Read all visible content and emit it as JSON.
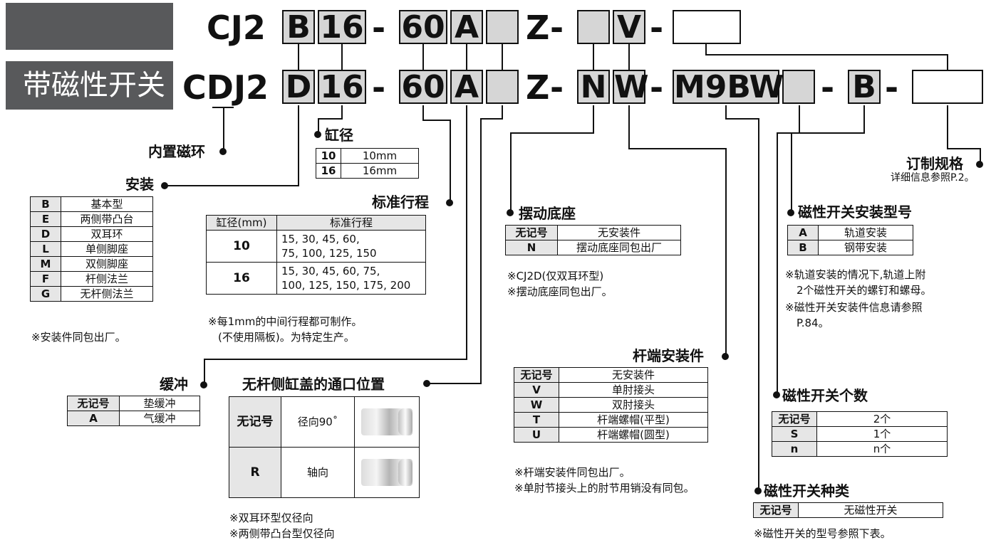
{
  "header": {
    "magnetic_tag": "带磁性开关"
  },
  "code_top": {
    "prefix": "CJ2",
    "mount": "B",
    "bore": "16",
    "dash1": "-",
    "stroke": "60",
    "cushion": "A",
    "port": "",
    "z": "Z",
    "dash2": "-",
    "pivot": "",
    "rod_end": "V",
    "dash3": "-",
    "made_to_order": ""
  },
  "code_bottom": {
    "prefix": "CDJ2",
    "mount": "D",
    "bore": "16",
    "dash1": "-",
    "stroke": "60",
    "cushion": "A",
    "port": "",
    "z": "Z",
    "dash2": "-",
    "pivot": "N",
    "rod_end": "W",
    "dash3": "-",
    "switch_type": "M9BW",
    "switch_qty": "",
    "dash4": "-",
    "switch_mount": "B",
    "dash5": "-",
    "made_to_order": ""
  },
  "builtin_magnet": {
    "title": "内置磁环"
  },
  "bore": {
    "title": "缸径",
    "rows": [
      {
        "key": "10",
        "value": "10mm"
      },
      {
        "key": "16",
        "value": "16mm"
      }
    ]
  },
  "mounting": {
    "title": "安装",
    "rows": [
      {
        "key": "B",
        "value": "基本型"
      },
      {
        "key": "E",
        "value": "两侧带凸台"
      },
      {
        "key": "D",
        "value": "双耳环"
      },
      {
        "key": "L",
        "value": "单侧脚座"
      },
      {
        "key": "M",
        "value": "双侧脚座"
      },
      {
        "key": "F",
        "value": "杆侧法兰"
      },
      {
        "key": "G",
        "value": "无杆侧法兰"
      }
    ],
    "note": "※安装件同包出厂。"
  },
  "stroke": {
    "title": "标准行程",
    "headers": [
      "缸径(mm)",
      "标准行程"
    ],
    "rows": [
      {
        "bore": "10",
        "line1": "15, 30, 45, 60,",
        "line2": "75, 100, 125, 150"
      },
      {
        "bore": "16",
        "line1": "15, 30, 45, 60, 75,",
        "line2": "100, 125, 150, 175, 200"
      }
    ],
    "note1": "※每1mm的中间行程都可制作。",
    "note2": "(不使用隔板)。为特定生产。"
  },
  "cushion": {
    "title": "缓冲",
    "rows": [
      {
        "key": "无记号",
        "value": "垫缓冲"
      },
      {
        "key": "A",
        "value": "气缓冲"
      }
    ]
  },
  "port": {
    "title": "无杆侧缸盖的通口位置",
    "rows": [
      {
        "key": "无记号",
        "value": "径向90˚"
      },
      {
        "key": "R",
        "value": "轴向"
      }
    ],
    "note1": "※双耳环型仅径向",
    "note2": "※两侧带凸台型仅径向"
  },
  "pivot": {
    "title": "摆动底座",
    "rows": [
      {
        "key": "无记号",
        "value": "无安装件"
      },
      {
        "key": "N",
        "value": "摆动底座同包出厂"
      }
    ],
    "note1": "※CJ2D(仅双耳环型)",
    "note2": "※摆动底座同包出厂。"
  },
  "rod_end": {
    "title": "杆端安装件",
    "rows": [
      {
        "key": "无记号",
        "value": "无安装件"
      },
      {
        "key": "V",
        "value": "单肘接头"
      },
      {
        "key": "W",
        "value": "双肘接头"
      },
      {
        "key": "T",
        "value": "杆端螺帽(平型)"
      },
      {
        "key": "U",
        "value": "杆端螺帽(圆型)"
      }
    ],
    "note1": "※杆端安装件同包出厂。",
    "note2": "※单肘节接头上的肘节用销没有同包。"
  },
  "made_to_order": {
    "title": "订制规格",
    "note": "详细信息参照P.2。"
  },
  "switch_mount": {
    "title": "磁性开关安装型号",
    "rows": [
      {
        "key": "A",
        "value": "轨道安装"
      },
      {
        "key": "B",
        "value": "钢带安装"
      }
    ],
    "note1": "※轨道安装的情况下,轨道上附",
    "note2": "2个磁性开关的螺钉和螺母。",
    "note3": "※磁性开关安装件信息请参照",
    "note4": "P.84。"
  },
  "switch_qty": {
    "title": "磁性开关个数",
    "rows": [
      {
        "key": "无记号",
        "value": "2个"
      },
      {
        "key": "S",
        "value": "1个"
      },
      {
        "key": "n",
        "value": "n个"
      }
    ]
  },
  "switch_type": {
    "title": "磁性开关种类",
    "rows": [
      {
        "key": "无记号",
        "value": "无磁性开关"
      }
    ],
    "note": "※磁性开关的型号参照下表。"
  }
}
